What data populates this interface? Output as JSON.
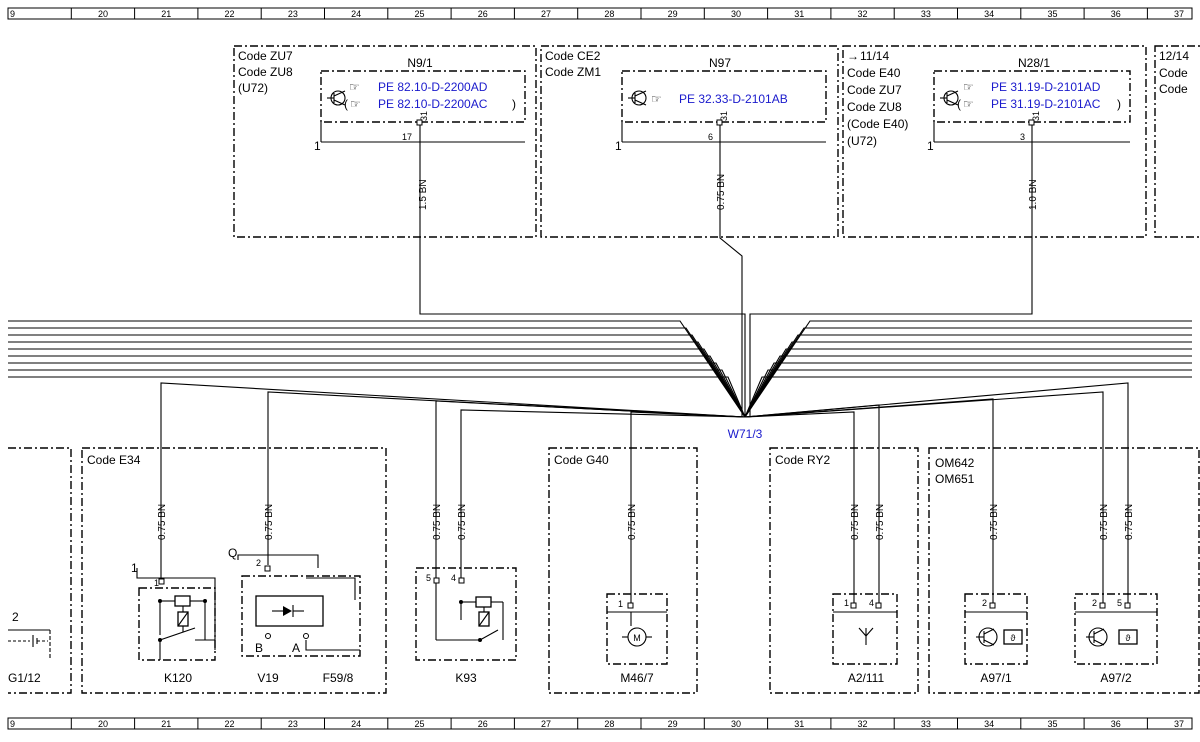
{
  "ruler": [
    "9",
    "20",
    "21",
    "22",
    "23",
    "24",
    "25",
    "26",
    "27",
    "28",
    "29",
    "30",
    "31",
    "32",
    "33",
    "34",
    "35",
    "36",
    "37"
  ],
  "connector": "W71/3",
  "top_modules": [
    {
      "codes": [
        "Code ZU7",
        "Code ZU8",
        "(U72)"
      ],
      "name": "N9/1",
      "refs": [
        "PE 82.10-D-2200AD",
        "(",
        "PE 82.10-D-2200AC",
        ")"
      ],
      "pin_label": "31",
      "pin": "17",
      "side": "1",
      "wire": "1.5 BN"
    },
    {
      "codes": [
        "Code CE2",
        "Code ZM1"
      ],
      "name": "N97",
      "refs": [
        "PE 32.33-D-2101AB"
      ],
      "pin_label": "31",
      "pin": "6",
      "side": "1",
      "wire": "0.75 BN"
    },
    {
      "codes": [
        "11/14",
        "Code E40",
        "Code ZU7",
        "Code ZU8",
        "(Code E40)",
        "(U72)"
      ],
      "name": "N28/1",
      "refs": [
        "PE 31.19-D-2101AD",
        "(",
        "PE 31.19-D-2101AC",
        ")"
      ],
      "pin_label": "31",
      "pin": "3",
      "side": "1",
      "wire": "1.0 BN"
    },
    {
      "codes": [
        "12/14",
        "Code",
        "Code"
      ]
    }
  ],
  "bottom_groups": [
    {
      "code": "Code E34"
    },
    {
      "code": "Code G40"
    },
    {
      "code": "Code RY2"
    },
    {
      "codes": [
        "OM642",
        "OM651"
      ]
    }
  ],
  "components": [
    {
      "name": "G1/12",
      "pin": "2"
    },
    {
      "name": "K120",
      "pins": [
        "1",
        "1"
      ],
      "wire": "0.75 BN"
    },
    {
      "name": "V19",
      "pins": [
        "Q",
        "2",
        "B",
        "A"
      ],
      "wire": "0.75 BN"
    },
    {
      "name": "F59/8"
    },
    {
      "name": "K93",
      "pins": [
        "5",
        "4"
      ],
      "wires": [
        "0.75 BN",
        "0.75 BN"
      ]
    },
    {
      "name": "M46/7",
      "pin": "1",
      "wire": "0.75 BN",
      "symbol": "M"
    },
    {
      "name": "A2/111",
      "pins": [
        "1",
        "4"
      ],
      "wires": [
        "0.75 BN",
        "0.75 BN"
      ]
    },
    {
      "name": "A97/1",
      "pin": "2",
      "wire": "0.75 BN"
    },
    {
      "name": "A97/2",
      "pins": [
        "2",
        "5"
      ],
      "wires": [
        "0.75 BN",
        "0.75 BN"
      ]
    }
  ],
  "colors": {
    "ref_link": "#1a1acc",
    "line": "#000000"
  }
}
